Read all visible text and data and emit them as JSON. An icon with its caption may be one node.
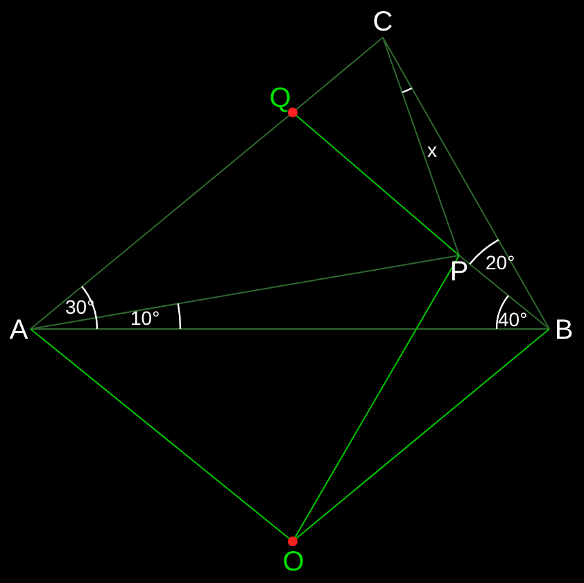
{
  "diagram": {
    "nodes": [
      {
        "text": [
          "C"
        ]
      },
      {
        "text": [
          "Q"
        ]
      },
      {
        "text": [
          "P"
        ]
      },
      {
        "text": [
          "A"
        ]
      },
      {
        "text": [
          "B"
        ]
      },
      {
        "text": [
          "O"
        ]
      }
    ],
    "edges": [
      {
        "from": 3,
        "to": 1,
        "arrow": "none"
      },
      {
        "from": 1,
        "to": 0,
        "arrow": "none"
      },
      {
        "from": 3,
        "to": 4,
        "arrow": "none"
      },
      {
        "from": 3,
        "to": 2,
        "arrow": "none"
      },
      {
        "from": 0,
        "to": 4,
        "arrow": "none"
      },
      {
        "from": 0,
        "to": 2,
        "arrow": "none"
      },
      {
        "from": 2,
        "to": 4,
        "arrow": "none"
      },
      {
        "from": 1,
        "to": 2,
        "arrow": "none",
        "color": "#00c800"
      },
      {
        "from": 3,
        "to": 5,
        "arrow": "none",
        "color": "#00c800"
      },
      {
        "from": 5,
        "to": 4,
        "arrow": "none",
        "color": "#00c800"
      },
      {
        "from": 5,
        "to": 2,
        "arrow": "none",
        "color": "#00c800"
      }
    ],
    "labels": [
      "30°",
      "10°",
      "x",
      "20°",
      "40°"
    ]
  }
}
